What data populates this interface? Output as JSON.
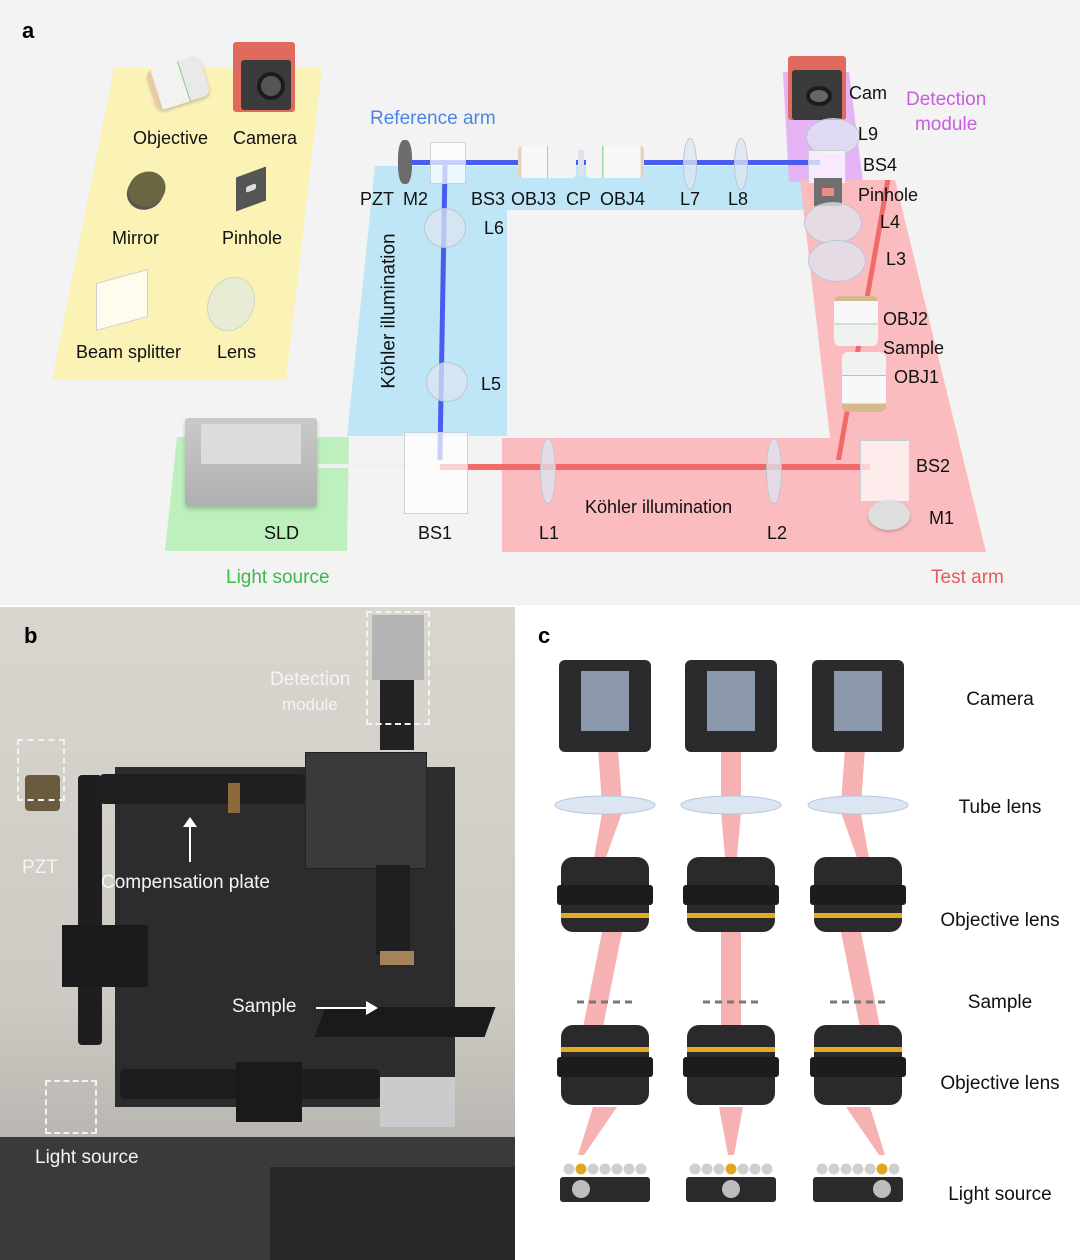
{
  "panels": {
    "a": {
      "label": "a",
      "legend": {
        "objective": "Objective",
        "camera": "Camera",
        "mirror": "Mirror",
        "pinhole": "Pinhole",
        "beam_splitter": "Beam splitter",
        "lens": "Lens"
      },
      "sections": {
        "reference_arm": "Reference arm",
        "detection_module": "Detection\nmodule",
        "detection_line1": "Detection",
        "detection_line2": "module",
        "light_source": "Light source",
        "test_arm": "Test arm",
        "kohler_vertical": "Köhler illumination",
        "kohler_horizontal": "Köhler illumination"
      },
      "components": {
        "pzt": "PZT",
        "m2": "M2",
        "bs3": "BS3",
        "obj3": "OBJ3",
        "cp": "CP",
        "obj4": "OBJ4",
        "l7": "L7",
        "l8": "L8",
        "l6": "L6",
        "l5": "L5",
        "cam": "Cam",
        "l9": "L9",
        "bs4": "BS4",
        "pinhole": "Pinhole",
        "l4": "L4",
        "l3": "L3",
        "obj2": "OBJ2",
        "sample": "Sample",
        "obj1": "OBJ1",
        "bs2": "BS2",
        "m1": "M1",
        "sld": "SLD",
        "bs1": "BS1",
        "l1": "L1",
        "l2": "L2"
      },
      "colors": {
        "legend_zone": "#fbf2b5",
        "reference_zone": "#bfe6f7",
        "detection_zone": "#e6b4f4",
        "test_zone": "#fbbcbf",
        "light_zone": "#bdf0bd",
        "reference_text": "#4a86e8",
        "detection_text": "#c65fdc",
        "light_text": "#3fb84a",
        "test_text": "#e85a5a",
        "blue_beam": "#4a5cf0",
        "red_beam": "#f06a6a"
      }
    },
    "b": {
      "label": "b",
      "annotations": {
        "detection_line1": "Detection",
        "detection_line2": "module",
        "pzt": "PZT",
        "compensation_plate": "Compensation plate",
        "sample": "Sample",
        "light_source": "Light source"
      }
    },
    "c": {
      "label": "c",
      "row_labels": [
        "Camera",
        "Tube lens",
        "Objective lens",
        "Sample",
        "Objective lens",
        "Light source"
      ],
      "columns": [
        {
          "active_led": 2
        },
        {
          "active_led": 4
        },
        {
          "active_led": 6
        }
      ],
      "led_count": 7,
      "colors": {
        "beam": "#f4a5a5",
        "led_active": "#e0a820",
        "led_idle": "#cfcfcf",
        "objective_band": "#e3ac1e"
      }
    }
  }
}
